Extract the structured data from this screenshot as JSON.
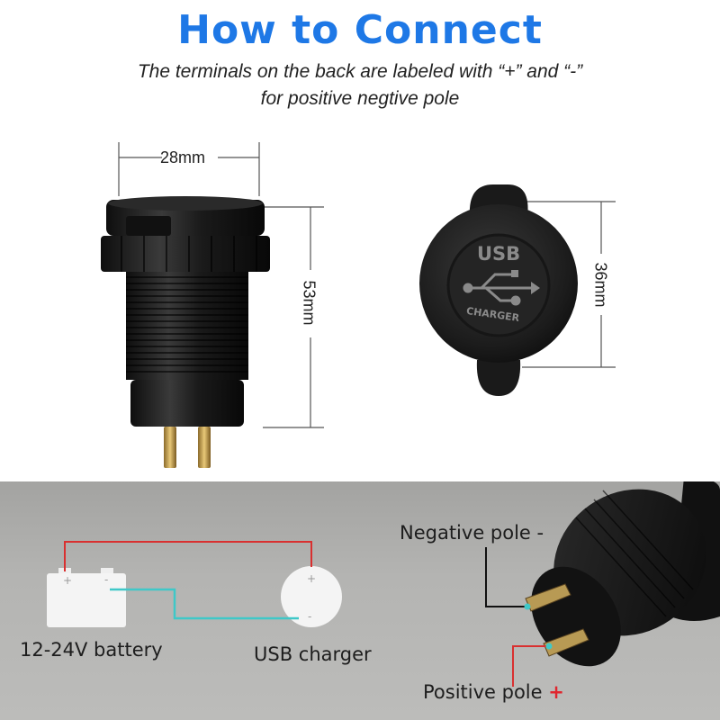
{
  "header": {
    "title": "How to Connect",
    "subtitle_line1": "The terminals on the back are labeled with “+” and “-”",
    "subtitle_line2": "for positive negtive pole"
  },
  "dimensions": {
    "width": "28mm",
    "height": "53mm",
    "diameter": "36mm"
  },
  "cap": {
    "text_top": "USB",
    "text_bottom": "CHARGER",
    "icon": "usb-icon"
  },
  "wiring": {
    "battery_label": "12-24V battery",
    "charger_label": "USB charger",
    "battery_plus": "+",
    "battery_minus": "-",
    "charger_plus": "+",
    "charger_minus": "-",
    "negative_label": "Negative pole -",
    "positive_label": "Positive pole",
    "positive_sign": "+"
  },
  "colors": {
    "title": "#1e78e6",
    "positive_wire": "#d93030",
    "negative_wire": "#3fc8c8",
    "background_panel": "#b4b4b2"
  }
}
